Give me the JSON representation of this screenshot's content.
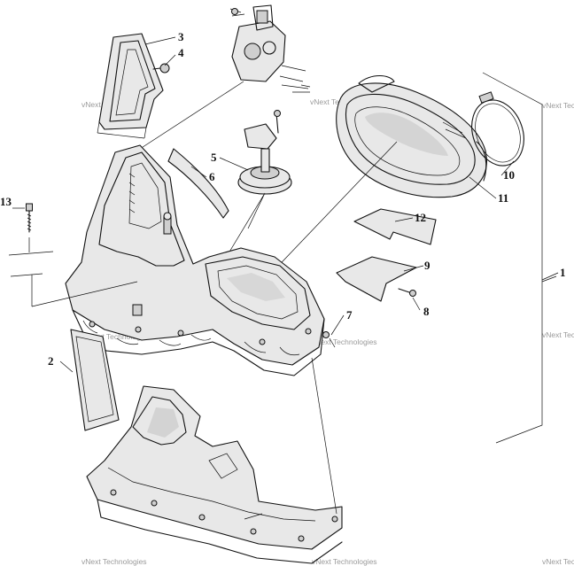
{
  "diagram": {
    "callouts": [
      {
        "id": "c1",
        "text": "1"
      },
      {
        "id": "c2",
        "text": "2"
      },
      {
        "id": "c3",
        "text": "3"
      },
      {
        "id": "c4",
        "text": "4"
      },
      {
        "id": "c5",
        "text": "5"
      },
      {
        "id": "c6",
        "text": "6"
      },
      {
        "id": "c7",
        "text": "7"
      },
      {
        "id": "c8",
        "text": "8"
      },
      {
        "id": "c9",
        "text": "9"
      },
      {
        "id": "c10",
        "text": "10"
      },
      {
        "id": "c11",
        "text": "11"
      },
      {
        "id": "c12",
        "text": "12"
      },
      {
        "id": "c13",
        "text": "13"
      }
    ],
    "watermark": "vNext Technologies",
    "colors": {
      "line": "#111111",
      "background": "#ffffff",
      "watermark": "#9a9a9a"
    }
  }
}
